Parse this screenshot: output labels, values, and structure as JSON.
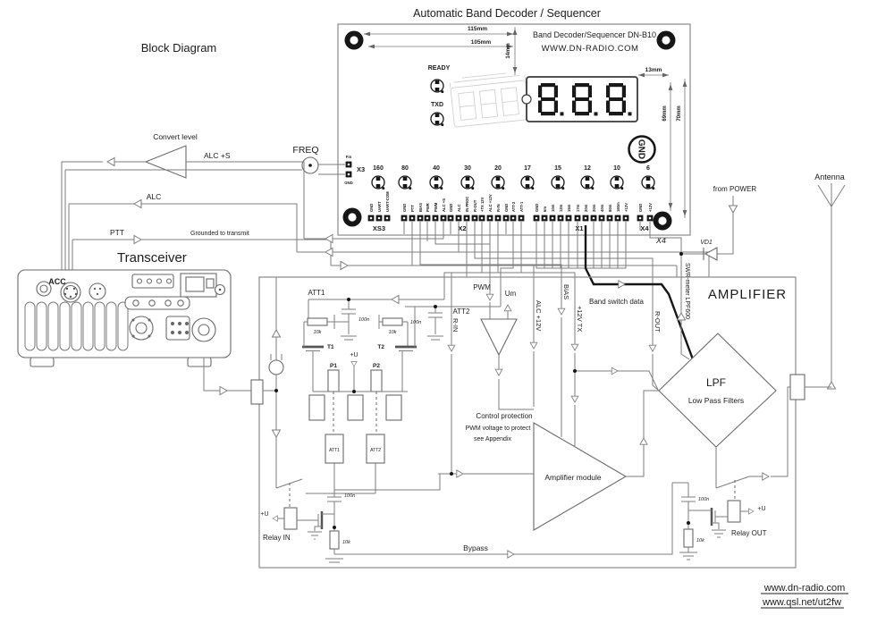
{
  "page": {
    "title": "Automatic Band Decoder / Sequencer",
    "subtitle": "Block Diagram"
  },
  "board": {
    "name_line1": "Band Decoder/Sequencer DN-B10",
    "name_line2": "WWW.DN-RADIO.COM",
    "ready_led": "READY",
    "txd_led": "TXD",
    "gnd_logo": "GND",
    "display_value": "8.8.8.",
    "dimensions": {
      "d115": "115mm",
      "d105": "105mm",
      "d14": "14mm",
      "d13": "13mm",
      "d69": "69mm",
      "d70": "70mm"
    },
    "bands": [
      "160",
      "80",
      "40",
      "30",
      "20",
      "17",
      "15",
      "12",
      "10",
      "6"
    ],
    "x3": {
      "label": "X3",
      "pin_top": "Fin",
      "pin_bottom": "GND"
    },
    "xs3": {
      "label": "XS3",
      "pins": [
        "GND",
        "UART",
        "UART-COM"
      ]
    },
    "x2": {
      "label": "X2",
      "pins": [
        "GND",
        "PTT",
        "BIAS",
        "PWR",
        "PWM",
        "ALC +S",
        "GND",
        "ALC",
        "IN PROC",
        "R-OUT",
        "+TX 12V",
        "ALC +12V",
        "R-IN",
        "GND",
        "ATT-2",
        "ATT-1"
      ]
    },
    "x1": {
      "label": "X1",
      "pins": [
        "GND",
        "6m",
        "10m",
        "12m",
        "15m",
        "17m",
        "20m",
        "30m",
        "40m",
        "80m",
        "160m",
        "+12V"
      ]
    },
    "x4": {
      "label": "X4",
      "outer": "X4",
      "pins": [
        "GND",
        "+12V"
      ]
    }
  },
  "left": {
    "convert_level": "Convert level",
    "alc_s": "ALC +S",
    "alc": "ALC",
    "ptt": "PTT",
    "grounded": "Grounded to transmit",
    "freq": "FREQ",
    "transceiver": "Transceiver",
    "acc": "ACC"
  },
  "right": {
    "antenna": "Antenna",
    "from_power": "from POWER",
    "vd1": "VD1",
    "swr": "SWR-meter LPF600"
  },
  "amp": {
    "title": "AMPLIFIER",
    "module": "Amplifier module",
    "lpf_title": "LPF",
    "lpf_subtitle": "Low Pass Filters",
    "pwm": "PWM",
    "um": "Um",
    "att1": "ATT1",
    "att2": "ATT2",
    "r_in": "R-IN",
    "r_out": "R-OUT",
    "alc_12v": "ALC +12V",
    "bias": "BIAS",
    "tx_12v": "+12V TX",
    "band_switch": "Band switch data",
    "bypass": "Bypass",
    "t1": "T1",
    "t2": "T2",
    "p1": "P1",
    "p2": "P2",
    "u_plus": "+U",
    "r10k": "10k",
    "c100n": "100n",
    "att1_box": "ATT1",
    "att2_box": "ATT2",
    "relay_in": "Relay IN",
    "relay_out": "Relay OUT",
    "control1": "Control protection",
    "control2": "PWM voltage to protect",
    "control3": "see Appendix"
  },
  "footer": {
    "link1": "www.dn-radio.com",
    "link2": "www.qsl.net/ut2fw"
  }
}
